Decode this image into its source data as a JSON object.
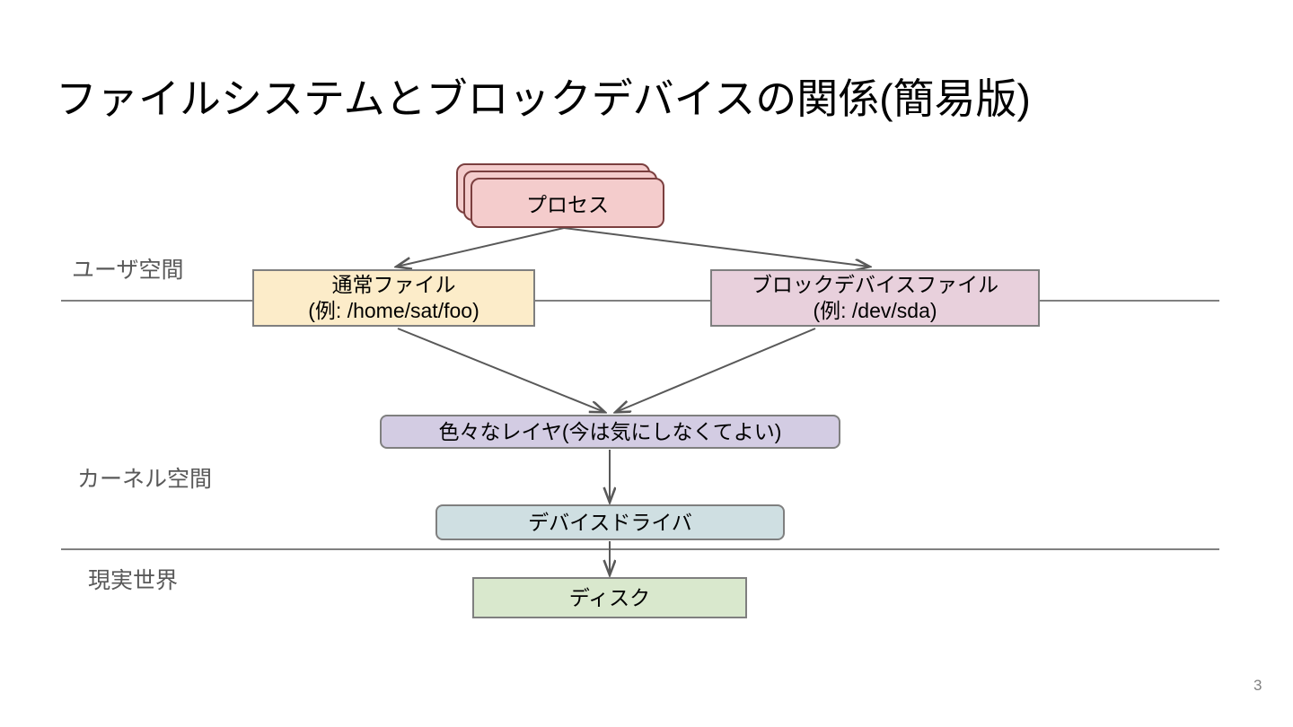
{
  "slide": {
    "title": "ファイルシステムとブロックデバイスの関係(簡易版)",
    "page_number": "3",
    "background_color": "#ffffff"
  },
  "zones": [
    {
      "id": "user-space",
      "label": "ユーザ空間",
      "text_color": "#595959"
    },
    {
      "id": "kernel-space",
      "label": "カーネル空間",
      "text_color": "#595959"
    },
    {
      "id": "real-world",
      "label": "現実世界",
      "text_color": "#595959"
    }
  ],
  "dividers": [
    {
      "id": "divider-user-kernel",
      "color": "#808080"
    },
    {
      "id": "divider-kernel-real",
      "color": "#808080"
    }
  ],
  "nodes": {
    "process": {
      "label": "プロセス",
      "shape": "stacked-rounded-rect",
      "stack_count": 3,
      "fill": "#f4cccc",
      "stroke": "#7b3f3f"
    },
    "regular_file": {
      "line1": "通常ファイル",
      "line2": "(例: /home/sat/foo)",
      "shape": "rect",
      "fill": "#fcecc9",
      "stroke": "#7f7f7f"
    },
    "blockdev_file": {
      "line1": "ブロックデバイスファイル",
      "line2": "(例: /dev/sda)",
      "shape": "rect",
      "fill": "#e8d0dc",
      "stroke": "#7f7f7f"
    },
    "layers": {
      "label": "色々なレイヤ(今は気にしなくてよい)",
      "shape": "rounded-rect",
      "fill": "#d3cce3",
      "stroke": "#7f7f7f"
    },
    "device_driver": {
      "label": "デバイスドライバ",
      "shape": "rounded-rect",
      "fill": "#cfdfe2",
      "stroke": "#7f7f7f"
    },
    "disk": {
      "label": "ディスク",
      "shape": "rect",
      "fill": "#d9e8cd",
      "stroke": "#7f7f7f"
    }
  },
  "edges": [
    {
      "id": "process-to-regular-file",
      "from": "process",
      "to": "regular_file",
      "style": "arrow"
    },
    {
      "id": "process-to-blockdev-file",
      "from": "process",
      "to": "blockdev_file",
      "style": "arrow"
    },
    {
      "id": "regular-file-to-layers",
      "from": "regular_file",
      "to": "layers",
      "style": "arrow"
    },
    {
      "id": "blockdev-file-to-layers",
      "from": "blockdev_file",
      "to": "layers",
      "style": "arrow"
    },
    {
      "id": "layers-to-device-driver",
      "from": "layers",
      "to": "device_driver",
      "style": "arrow"
    },
    {
      "id": "device-driver-to-disk",
      "from": "device_driver",
      "to": "disk",
      "style": "arrow"
    }
  ],
  "colors": {
    "arrow": "#595959",
    "divider": "#808080",
    "title_text": "#000000"
  }
}
